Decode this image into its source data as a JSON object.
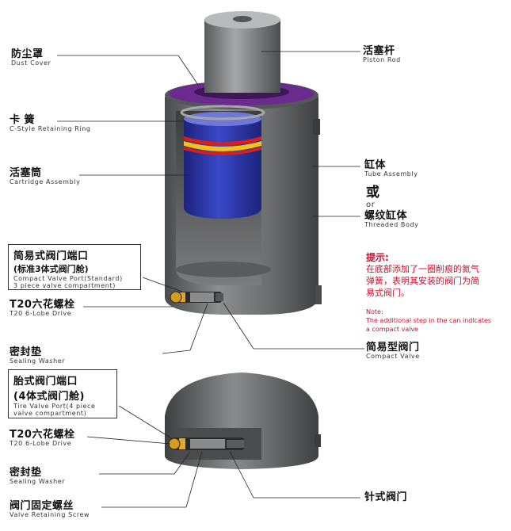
{
  "labels": {
    "dust_cover": {
      "cn": "防尘罩",
      "en": "Dust Cover"
    },
    "retaining_ring": {
      "cn": "卡 簧",
      "en": "C-Style Retaining Ring"
    },
    "cartridge": {
      "cn": "活塞筒",
      "en": "Cartridge Assembly"
    },
    "piston_rod": {
      "cn": "活塞杆",
      "en": "Piston Rod"
    },
    "tube": {
      "cn": "缸体",
      "en": "Tube Assembly"
    },
    "or": {
      "cn": "或",
      "en": "or"
    },
    "threaded_body": {
      "cn": "螺纹缸体",
      "en": "Threaded Body"
    },
    "compact_port": {
      "cn": "简易式阀门端口",
      "sub": "(标准3体式阀门舱)",
      "en1": "Compact Valve Port(Standard)",
      "en2": "3 piece valve compartment)"
    },
    "t20_a": {
      "cn": "T20六花螺栓",
      "en": "T20 6-Lobe Drive"
    },
    "washer_a": {
      "cn": "密封垫",
      "en": "Sealing Washer"
    },
    "compact_valve": {
      "cn": "简易型阀门",
      "en": "Compact Valve"
    },
    "tire_port": {
      "cn": "胎式阀门端口",
      "sub": "(4体式阀门舱)",
      "en1": "Tire Valve Port(4 piece",
      "en2": "valve compartment)"
    },
    "t20_b": {
      "cn": "T20六花螺栓",
      "en": "T20 6-Lobe Drive"
    },
    "washer_b": {
      "cn": "密封垫",
      "en": "Sealing Washer"
    },
    "retaining_screw": {
      "cn": "阀门固定螺丝",
      "en": "Valve Retaining Screw"
    },
    "pin_valve": {
      "cn": "针式阀门"
    }
  },
  "note": {
    "cn_title": "提示:",
    "cn_line1": "在底部添加了一圈削痕的氮气",
    "cn_line2": "弹簧，表明其安装的阀门为简",
    "cn_line3": "易式阀门。",
    "en_title": "Note:",
    "en_line1": "The additional step in the can indicates",
    "en_line2": "a compact valve"
  },
  "colors": {
    "note_red": "#c8102e",
    "body_gray": "#6f7072",
    "cartridge_blue": "#2733a6",
    "dust_cover_purple": "#6b2a8e",
    "stripe_yellow": "#f2c21b",
    "stripe_red": "#d62020"
  }
}
